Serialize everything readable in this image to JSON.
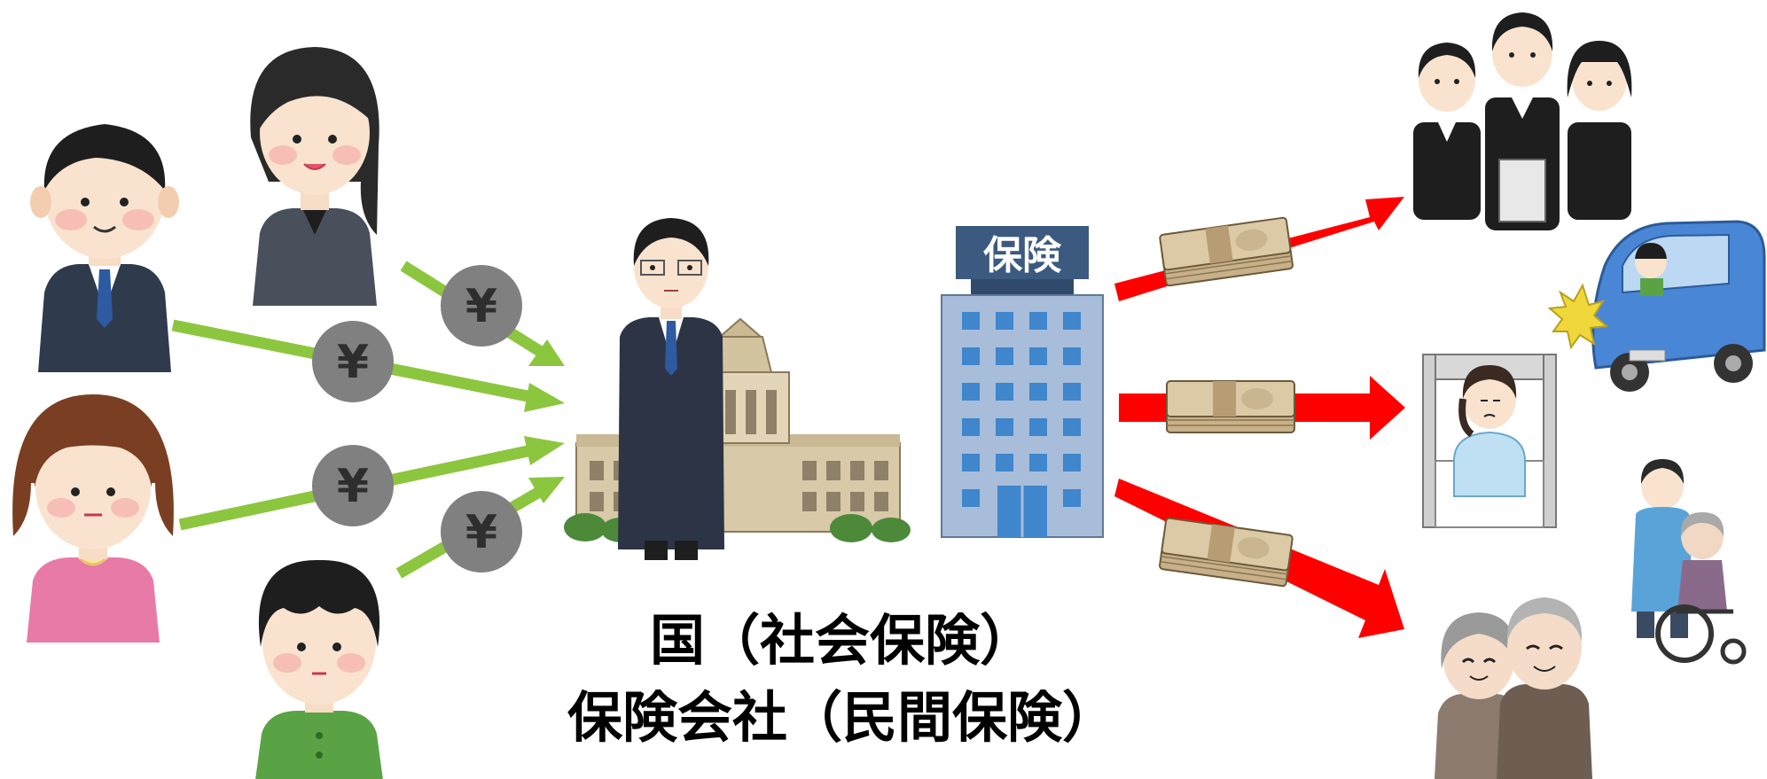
{
  "building_sign": "保険",
  "coin_symbol": "¥",
  "caption": {
    "line1": "国（社会保険）",
    "line2": "保険会社（民間保険）"
  },
  "colors": {
    "contribution_arrow": "#8cc63f",
    "payout_arrow": "#ff0000",
    "coin": "#808080",
    "building": "#a7bdd9",
    "window": "#3f86cc",
    "banknote": "#d9c6a2"
  },
  "icons": {
    "contributors": [
      "man-in-suit-icon",
      "woman-in-suit-icon",
      "woman-pink-shirt-icon",
      "man-green-shirt-icon"
    ],
    "insurers": [
      "government-official-icon",
      "diet-building-icon",
      "insurance-company-building-icon"
    ],
    "payout_cases": [
      "funeral-family-icon",
      "car-accident-icon",
      "hospital-patient-icon",
      "caregiver-wheelchair-icon",
      "elderly-couple-icon"
    ]
  }
}
